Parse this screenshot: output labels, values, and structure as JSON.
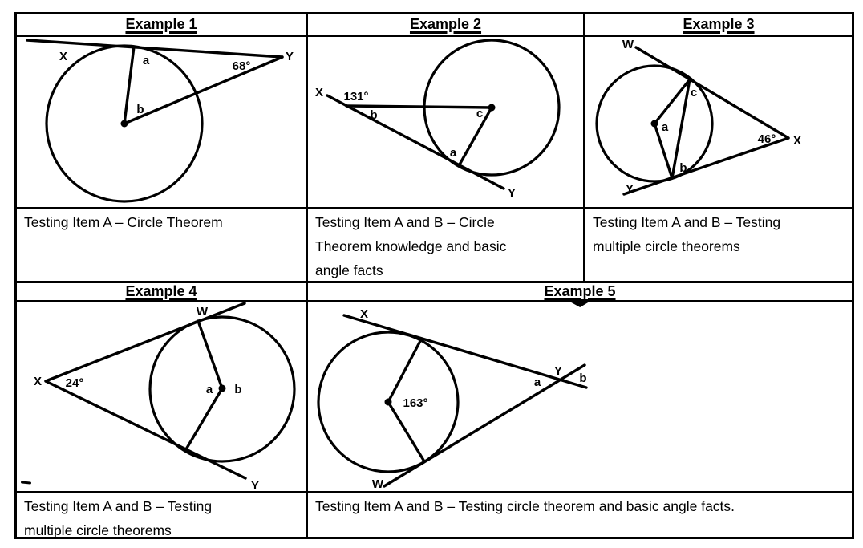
{
  "headers": {
    "example1": "Example 1",
    "example2": "Example 2",
    "example3": "Example 3",
    "example4": "Example 4",
    "example5": "Example 5"
  },
  "descriptions": {
    "example1": {
      "lines": [
        "Testing Item A – Circle Theorem"
      ]
    },
    "example2": {
      "lines": [
        "Testing Item A and B – Circle",
        "Theorem knowledge and basic",
        "angle facts"
      ]
    },
    "example3": {
      "lines": [
        "Testing Item A and B – Testing",
        "multiple circle theorems"
      ]
    },
    "example4": {
      "lines": [
        "Testing Item A and B – Testing",
        "multiple circle theorems"
      ]
    },
    "example5": {
      "lines": [
        "Testing Item A and B – Testing circle theorem and basic angle facts."
      ]
    }
  },
  "diagrams": {
    "example1": {
      "point_x": "X",
      "point_y": "Y",
      "angle_a": "a",
      "angle_b": "b",
      "angle_value": "68°"
    },
    "example2": {
      "point_x": "X",
      "point_y": "Y",
      "angle_a": "a",
      "angle_b": "b",
      "angle_c": "c",
      "angle_value": "131°"
    },
    "example3": {
      "point_w": "W",
      "point_x": "X",
      "point_y": "Y",
      "angle_a": "a",
      "angle_b": "b",
      "angle_c": "c",
      "angle_value": "46°"
    },
    "example4": {
      "point_w": "W",
      "point_x": "X",
      "point_y": "Y",
      "angle_a": "a",
      "angle_b": "b",
      "angle_value": "24°"
    },
    "example5": {
      "point_w": "W",
      "point_x": "X",
      "point_y": "Y",
      "angle_a": "a",
      "angle_b": "b",
      "angle_value": "163°"
    }
  },
  "colors": {
    "line": "#000000",
    "background": "#ffffff",
    "text": "#000000"
  }
}
